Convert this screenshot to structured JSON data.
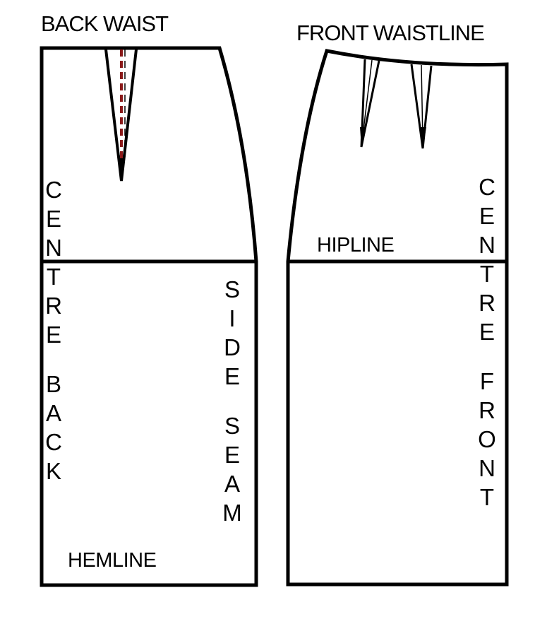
{
  "labels": {
    "back_waist": "BACK WAIST",
    "front_waistline": "FRONT WAISTLINE",
    "hipline": "HIPLINE",
    "hemline": "HEMLINE",
    "centre_back": [
      "C",
      "E",
      "N",
      "T",
      "R",
      "E",
      "",
      "B",
      "A",
      "C",
      "K"
    ],
    "side_seam": [
      "S",
      "I",
      "D",
      "E",
      "",
      "S",
      "E",
      "A",
      "M"
    ],
    "centre_front": [
      "C",
      "E",
      "N",
      "T",
      "R",
      "E",
      "",
      "F",
      "R",
      "O",
      "N",
      "T"
    ]
  },
  "colors": {
    "outline": "#000000",
    "back_dart_centre_dash": "#8b1a1a",
    "background": "#ffffff"
  }
}
